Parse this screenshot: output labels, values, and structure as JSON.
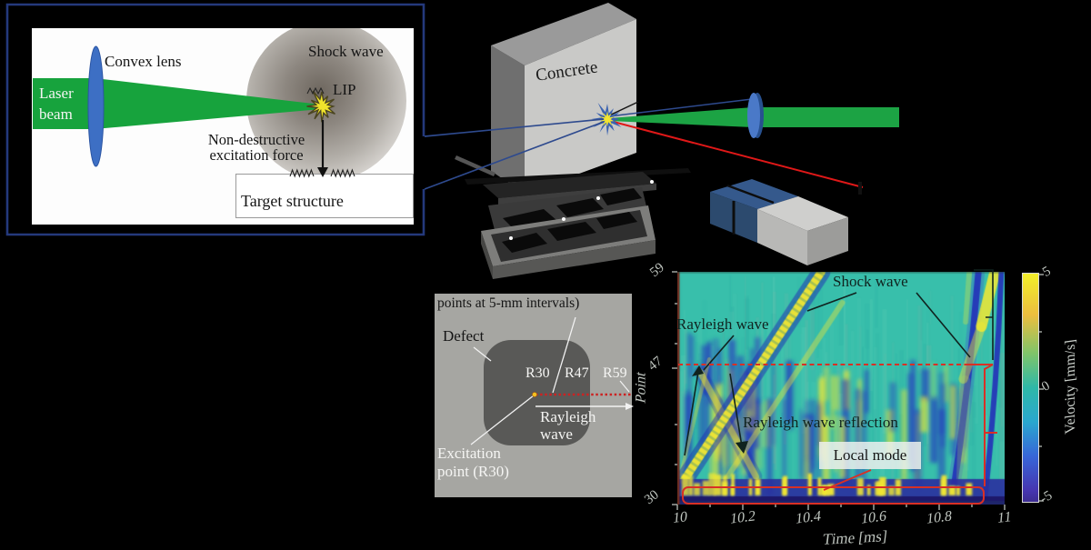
{
  "colors": {
    "laser_green": "#17a33d",
    "scene_green": "#1ca344",
    "lens_blue": "#3d6fc4",
    "inset_border_blue": "#24397c",
    "connector_blue": "#2e4a8e",
    "laser_red": "#e01818",
    "heatmap_teal": "#38bfab",
    "heatmap_yellow": "#f2e832",
    "heatmap_blue": "#2431c0",
    "annotation_red": "#d93025",
    "starburst_yellow": "#f0e42c"
  },
  "lip_inset": {
    "laser_line1": "Laser",
    "laser_line2": "beam",
    "convex_lens": "Convex lens",
    "shock_wave": "Shock wave",
    "lip": "LIP",
    "force_line1": "Non-destructive",
    "force_line2": "excitation force",
    "target": "Target structure"
  },
  "scene3d": {
    "concrete": "Concrete"
  },
  "defect_panel": {
    "header": "points at 5-mm intervals)",
    "defect": "Defect",
    "r30": "R30",
    "r47": "R47",
    "r59": "R59",
    "rayleigh1": "Rayleigh",
    "rayleigh2": "wave",
    "excitation1": "Excitation",
    "excitation2": "point (R30)"
  },
  "heatmap": {
    "annotations": {
      "shock": "Shock wave",
      "rayleigh": "Rayleigh wave",
      "reflection": "Rayleigh wave reflection",
      "local": "Local mode"
    },
    "xlabel": "Time [ms]",
    "ylabel": "Point",
    "cbar_label": "Velocity [mm/s]",
    "xticks": [
      "10",
      "10.2",
      "10.4",
      "10.6",
      "10.8",
      "11"
    ],
    "yticks": [
      "59",
      "47",
      "30"
    ],
    "cbar_ticks": [
      "5",
      "0",
      "-5"
    ]
  },
  "chart_data": {
    "type": "heatmap",
    "title": "Scanned wavefield of Rayleigh-wave propagation",
    "xlabel": "Time [ms]",
    "ylabel": "Point",
    "colorbar_label": "Velocity [mm/s]",
    "x_range_ms": [
      10,
      11
    ],
    "x_tick_values": [
      10,
      10.2,
      10.4,
      10.6,
      10.8,
      11
    ],
    "y_points_range": [
      30,
      59
    ],
    "y_tick_values": [
      59,
      47,
      30
    ],
    "colorbar_range": [
      -5,
      5
    ],
    "legend_position": "right-colorbar",
    "grid": false,
    "features": {
      "rayleigh_wave": {
        "t": [
          10.02,
          10.44
        ],
        "point": [
          33,
          59
        ]
      },
      "rayleigh_reflection": {
        "t": [
          10.07,
          10.24
        ],
        "point": [
          46.5,
          33.5
        ]
      },
      "shock_wave": {
        "t_bottom": 10.84,
        "t_top": 10.92,
        "t2_bottom": 10.94,
        "t2_top": 10.99
      },
      "local_mode": {
        "point": [
          30,
          32.5
        ],
        "t": [
          10.0,
          10.93
        ]
      },
      "dashed_marker_point": 47
    }
  }
}
